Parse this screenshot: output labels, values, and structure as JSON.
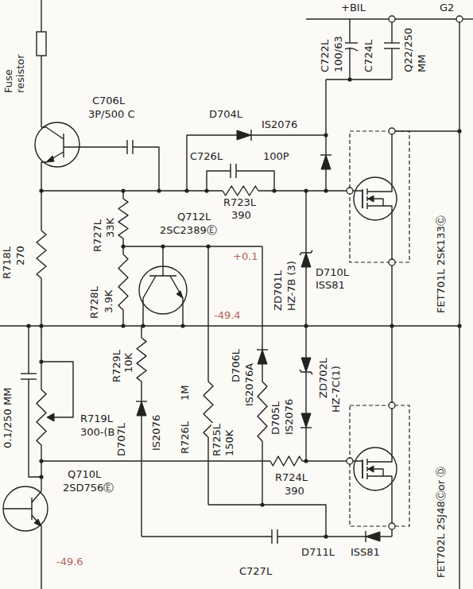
{
  "diagram": {
    "labels": [
      "+BIL",
      "G2",
      "Fuse resistor",
      "C706L",
      "3P/500 C",
      "D704L",
      "IS2076",
      "C722L",
      "100/63",
      "C724L",
      "Q22/250",
      "MM",
      "C726L",
      "100P",
      "R723L",
      "390",
      "R718L",
      "270",
      "R727L",
      "33K",
      "R728L",
      "3.9K",
      "Q712L",
      "2SC2389Ⓔ",
      "ZD701L",
      "HZ-7B (3)",
      "D710L",
      "ISS81",
      "FET701L 2SK133Ⓒ",
      "+0.1",
      "-49.4",
      "R729L",
      "10K",
      "D706L",
      "IS2076A",
      "ZD702L",
      "HZ-7C(1)",
      "0.1/250 MM",
      "R719L",
      "300-(B)",
      "D707L",
      "IS2076",
      "1M",
      "R726L",
      "R725L",
      "150K",
      "D705L",
      "IS2076",
      "R724L",
      "390",
      "Q710L",
      "2SD756Ⓔ",
      "FET702L 2SJ48Ⓒor Ⓓ",
      "C727L",
      "D711L",
      "ISS81",
      "-49.6"
    ]
  }
}
